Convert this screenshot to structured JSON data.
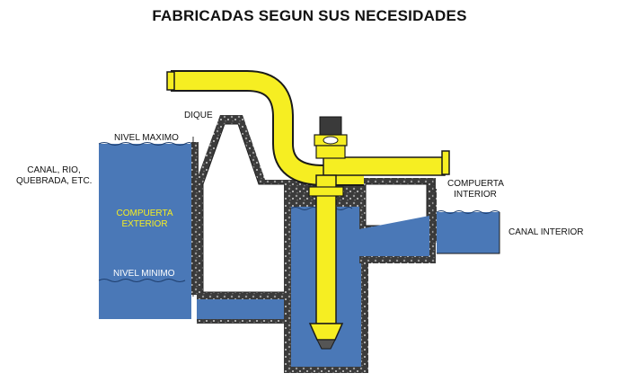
{
  "title": "FABRICADAS SEGUN SUS NECESIDADES",
  "labels": {
    "dique": "DIQUE",
    "nivel_maximo": "NIVEL MAXIMO",
    "canal_rio_1": "CANAL, RIO,",
    "canal_rio_2": "QUEBRADA, ETC.",
    "compuerta_exterior_1": "COMPUERTA",
    "compuerta_exterior_2": "EXTERIOR",
    "nivel_minimo": "NIVEL MINIMO",
    "compuerta_interior_1": "COMPUERTA",
    "compuerta_interior_2": "INTERIOR",
    "canal_interior": "CANAL INTERIOR"
  },
  "colors": {
    "water": "#4a78b7",
    "pipe": "#f6ee22",
    "concrete_fill": "#ffffff",
    "gravel": "#2a2a2a",
    "motor": "#3a3a3a"
  }
}
